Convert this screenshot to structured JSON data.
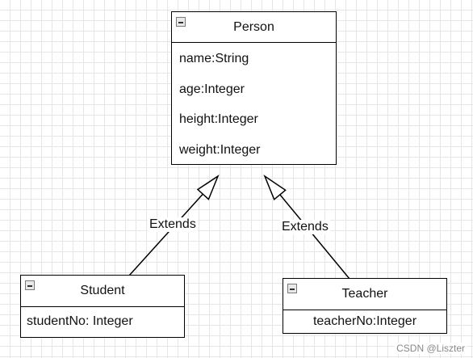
{
  "diagram": {
    "classes": {
      "person": {
        "name": "Person",
        "attributes": [
          "name:String",
          "age:Integer",
          "height:Integer",
          "weight:Integer"
        ]
      },
      "student": {
        "name": "Student",
        "attributes": [
          "studentNo: Integer"
        ]
      },
      "teacher": {
        "name": "Teacher",
        "attributes": [
          "teacherNo:Integer"
        ]
      }
    },
    "relations": [
      {
        "from": "Student",
        "to": "Person",
        "label": "Extends"
      },
      {
        "from": "Teacher",
        "to": "Person",
        "label": "Extends"
      }
    ],
    "icons": {
      "collapse": "collapse-icon"
    },
    "watermark": "CSDN @Liszter"
  }
}
